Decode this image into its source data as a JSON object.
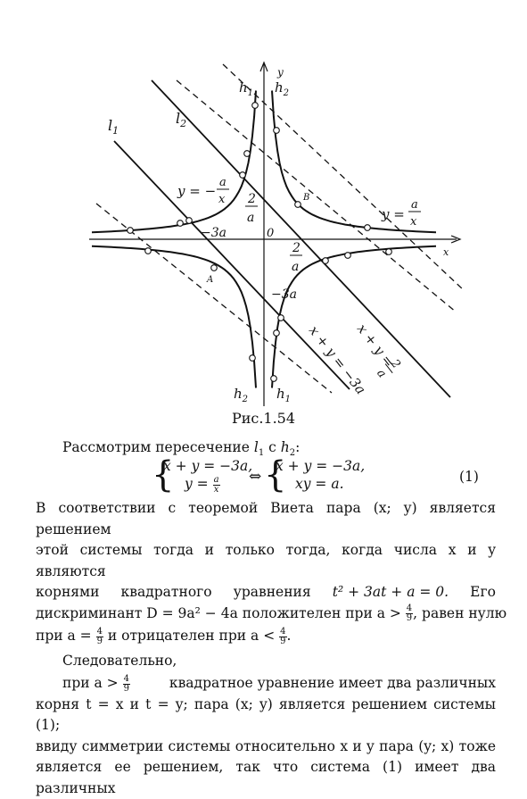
{
  "figure": {
    "curve_labels": {
      "l1": "l",
      "l1_sub": "1",
      "l2": "l",
      "l2_sub": "2",
      "h1_top": "h",
      "h1_top_sub": "1",
      "h2_top": "h",
      "h2_top_sub": "2",
      "h2_bottom": "h",
      "h2_bottom_sub": "2",
      "h1_bottom": "h",
      "h1_bottom_sub": "1"
    },
    "axis_labels": {
      "x": "x",
      "y": "y",
      "origin": "0"
    },
    "point_labels": {
      "A": "A",
      "B": "B"
    },
    "value_labels": {
      "neg3a_x": "−3a",
      "neg3a_y": "−3a",
      "two_over_a_num": "2",
      "two_over_a_den": "a"
    },
    "eq_left": {
      "prefix": "y = −",
      "num": "a",
      "den": "x"
    },
    "eq_right": {
      "prefix": "y = ",
      "num": "a",
      "den": "x"
    },
    "line_eq_1": "x + y = −3a",
    "line_eq_2_prefix": "x + y =",
    "line_eq_2_num": "2",
    "line_eq_2_den": "a"
  },
  "caption": "Рис.1.54",
  "intro": {
    "text": "Рассмотрим пересечение ",
    "l": "l",
    "l_sub": "1",
    "c": " с  ",
    "h": "h",
    "h_sub": "2",
    "colon": ":"
  },
  "system": {
    "left_row1": "x + y = −3a,",
    "left_row2_prefix": "y = ",
    "left_row2_num": "a",
    "left_row2_den": "x",
    "arrow": "⇔",
    "right_row1": "x + y = −3a,",
    "right_row2": "xy = a.",
    "number": "(1)"
  },
  "para1": {
    "l1": "В соответствии с теоремой Виета пара (x; y) является решением",
    "l2": "этой системы тогда и только тогда, когда числа x и y являются",
    "l3a": "корнями",
    "l3b": "квадратного",
    "l3c": "уравнения",
    "l3d": "t² + 3at + a = 0.",
    "l3e": "Его",
    "l4a": "дискриминант D = 9a² − 4a положителен при a > ",
    "l4_num": "4",
    "l4_den": "9",
    "l4b": ", равен нулю",
    "l5a": "при a = ",
    "l5_num1": "4",
    "l5_den1": "9",
    "l5b": " и отрицателен при a < ",
    "l5_num2": "4",
    "l5_den2": "9",
    "l5c": "."
  },
  "para2": "Следовательно,",
  "para3": {
    "l1a": "при a > ",
    "l1_num": "4",
    "l1_den": "9",
    "l1b": " квадратное уравнение имеет два различных",
    "l2": "корня t = x и t = y; пара (x; y) является решением  системы (1);",
    "l3": "ввиду симметрии системы относительно x и y пара (y; x) тоже",
    "l4": "является ее решением, так что система (1) имеет два различных"
  }
}
